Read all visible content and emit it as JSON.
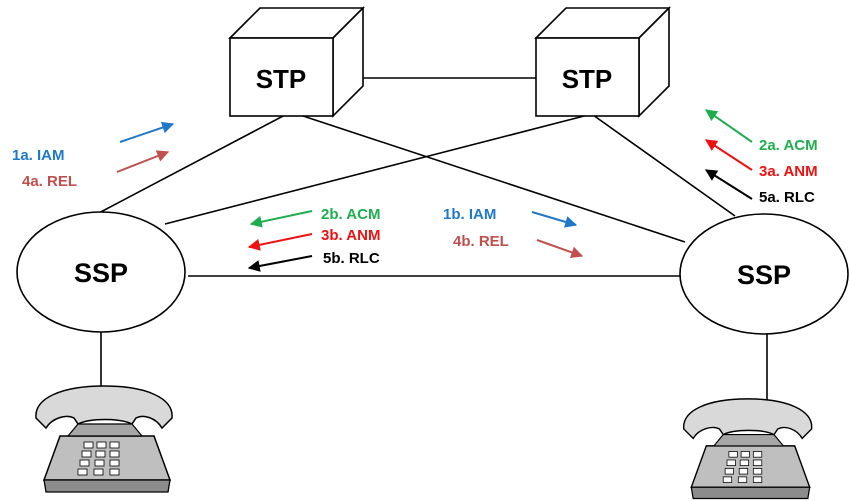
{
  "colors": {
    "blue": "#1f78c8",
    "brown": "#c0504d",
    "green": "#1fae4f",
    "red": "#ee1111",
    "black": "#000000"
  },
  "nodes": {
    "stp_left": "STP",
    "stp_right": "STP",
    "ssp_left": "SSP",
    "ssp_right": "SSP"
  },
  "messages": {
    "m1a": "1a. IAM",
    "m4a": "4a. REL",
    "m2a": "2a. ACM",
    "m3a": "3a. ANM",
    "m5a": "5a. RLC",
    "m2b": "2b. ACM",
    "m3b": "3b. ANM",
    "m5b": "5b. RLC",
    "m1b": "1b. IAM",
    "m4b": "4b. REL"
  },
  "icons": [
    "telephone-icon",
    "telephone-icon"
  ]
}
